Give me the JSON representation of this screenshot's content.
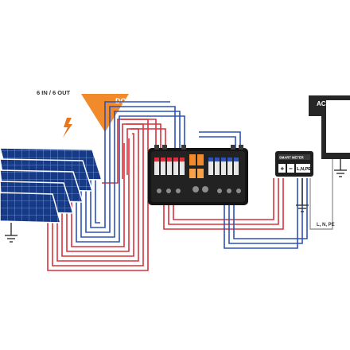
{
  "labels": {
    "io": "6 IN / 6 OUT",
    "dc": "DC",
    "ac": "AC",
    "lnpe": "L, N, PE",
    "meter_title": "SMART METER",
    "meter_plus": "+",
    "meter_minus": "−",
    "meter_lnpe": "L,N,PE"
  },
  "icons": [
    "lightning-icon",
    "ground-icon"
  ],
  "colors": {
    "red_wire": "#d8323c",
    "blue_wire": "#2e52b8",
    "dc_triangle": "#f08a2a",
    "panel": "#1c3f8f",
    "box": "#141414",
    "ac_device": "#262626",
    "gray_wire": "#9a9a9a"
  }
}
